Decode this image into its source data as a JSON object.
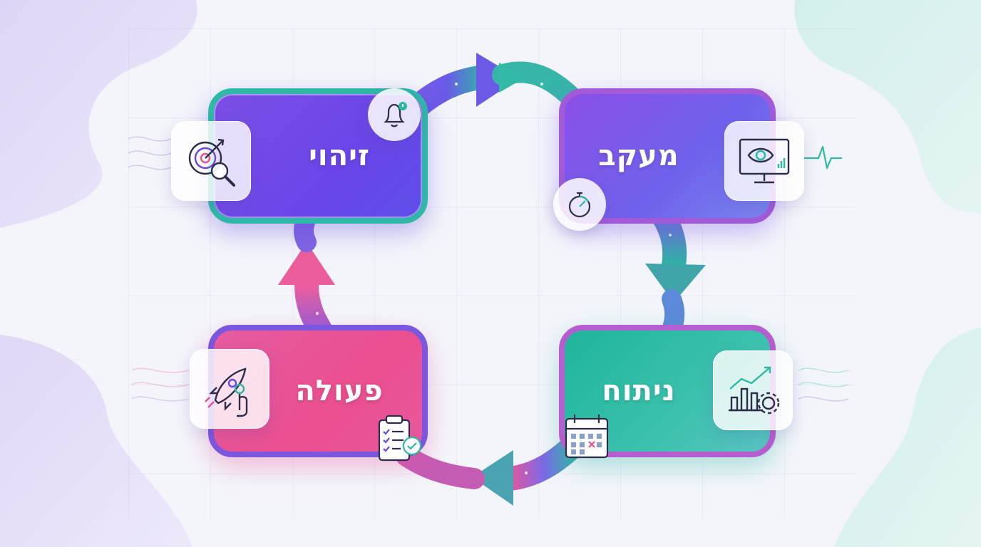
{
  "steps": [
    {
      "id": "zihui",
      "label": "זיהוי",
      "icon": "target-magnifier-icon",
      "color": "#6a45e8"
    },
    {
      "id": "maakav",
      "label": "מעקב",
      "icon": "monitor-eye-icon",
      "color": "#6f62ec"
    },
    {
      "id": "nituah",
      "label": "ניתוח",
      "icon": "chart-gear-icon",
      "color": "#2bb9a2"
    },
    {
      "id": "peula",
      "label": "פעולה",
      "icon": "rocket-hand-icon",
      "color": "#ea4f8f"
    }
  ],
  "badges": [
    "bell-icon",
    "stopwatch-icon",
    "calendar-icon",
    "clipboard-check-icon"
  ],
  "colors": {
    "purple": "#6a45e8",
    "teal": "#2bb9a2",
    "pink": "#ea4f8f",
    "violet": "#8a4fe6"
  }
}
